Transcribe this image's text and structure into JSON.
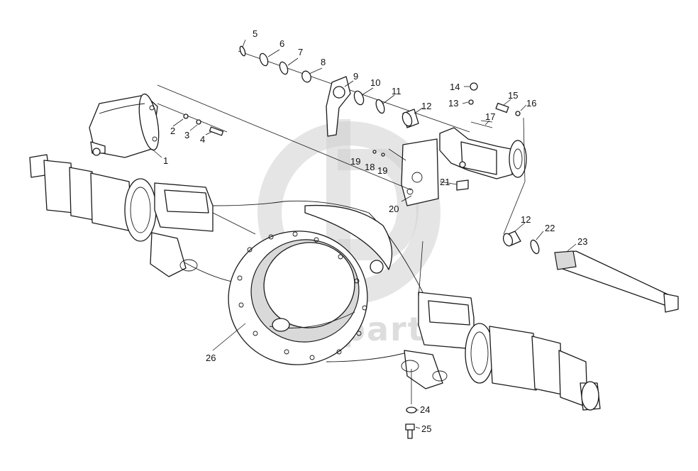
{
  "watermark": {
    "text": "data-parts"
  },
  "callouts": {
    "c1": "1",
    "c2": "2",
    "c3": "3",
    "c4": "4",
    "c5": "5",
    "c6": "6",
    "c7": "7",
    "c8": "8",
    "c9": "9",
    "c10": "10",
    "c11": "11",
    "c12a": "12",
    "c12b": "12",
    "c13": "13",
    "c14": "14",
    "c15": "15",
    "c16": "16",
    "c17": "17",
    "c18": "18",
    "c19a": "19",
    "c19b": "19",
    "c20": "20",
    "c21": "21",
    "c22": "22",
    "c23": "23",
    "c24": "24",
    "c25": "25",
    "c26": "26"
  }
}
